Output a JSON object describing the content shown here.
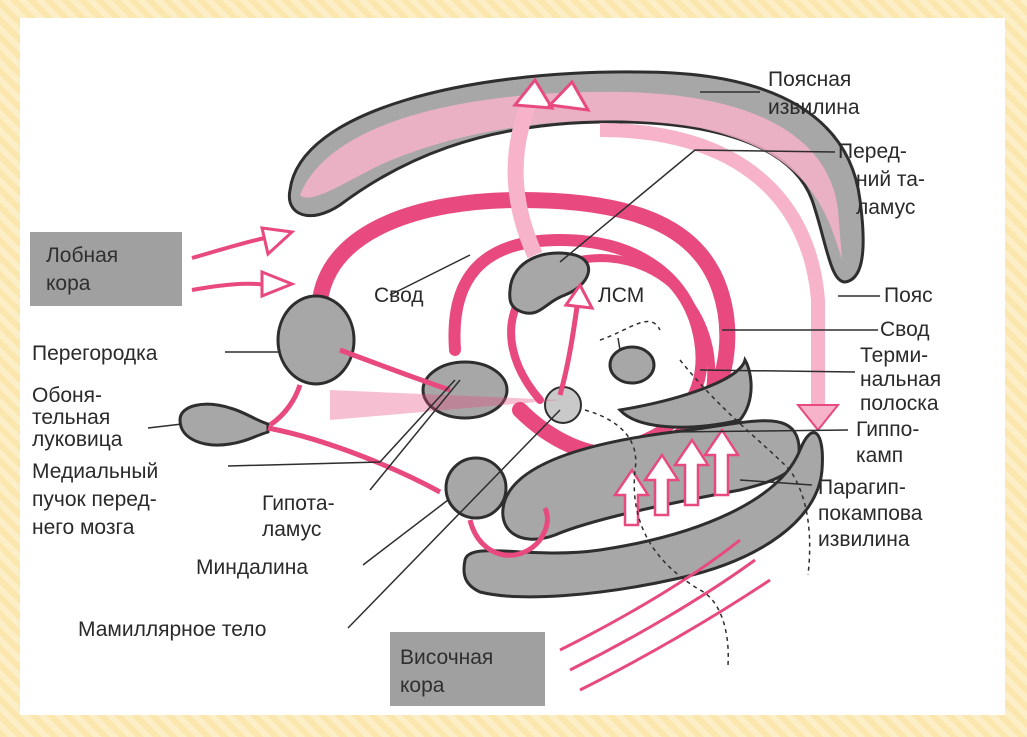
{
  "colors": {
    "background": "#fbe9b5",
    "panel": "#ffffff",
    "structure_gray": "#a7a7a7",
    "outline": "#2e2e2e",
    "pink": "#e8497e",
    "light_pink": "#f6b3c9",
    "label_box": "#a0a0a0"
  },
  "boxes": {
    "frontal": [
      "Лобная",
      "кора"
    ],
    "temporal": [
      "Височная",
      "кора"
    ]
  },
  "labels": {
    "cingulate_gyrus": [
      "Поясная",
      "извилина"
    ],
    "anterior_thalamus": [
      "Перед-",
      "ний та-",
      "ламус"
    ],
    "cingulum": "Пояс",
    "fornix_right": "Свод",
    "stria_terminalis": [
      "Терми-",
      "нальная",
      "полоска"
    ],
    "hippocampus": [
      "Гиппо-",
      "камп"
    ],
    "parahippocampal": [
      "Парагип-",
      "покампова",
      "извилина"
    ],
    "septum": "Перегородка",
    "olfactory_bulb": [
      "Обоня-",
      "тельная",
      "луковица"
    ],
    "medial_bundle": [
      "Медиальный",
      "пучок перед-",
      "него мозга"
    ],
    "hypothalamus": [
      "Гипота-",
      "ламус"
    ],
    "amygdala": "Миндалина",
    "mammillary": "Мамиллярное тело",
    "fornix_center": "Свод",
    "lsm": "ЛСМ"
  }
}
